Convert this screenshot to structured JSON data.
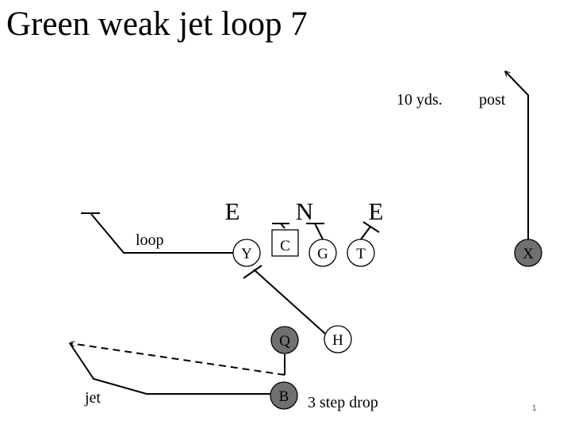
{
  "title": "Green weak jet loop 7",
  "page_number": "1",
  "defense": {
    "end_left": "E",
    "nose": "N",
    "end_right": "E"
  },
  "players": {
    "center": "C",
    "guard": "G",
    "tackle": "T",
    "y": "Y",
    "x": "X",
    "h": "H",
    "qb": "Q",
    "back": "B"
  },
  "labels": {
    "distance": "10 yds.",
    "post": "post",
    "loop": "loop",
    "jet": "jet",
    "drop": "3 step drop"
  },
  "colors": {
    "line": "#000000",
    "open_fill": "#ffffff",
    "shaded_fill": "#707070"
  }
}
